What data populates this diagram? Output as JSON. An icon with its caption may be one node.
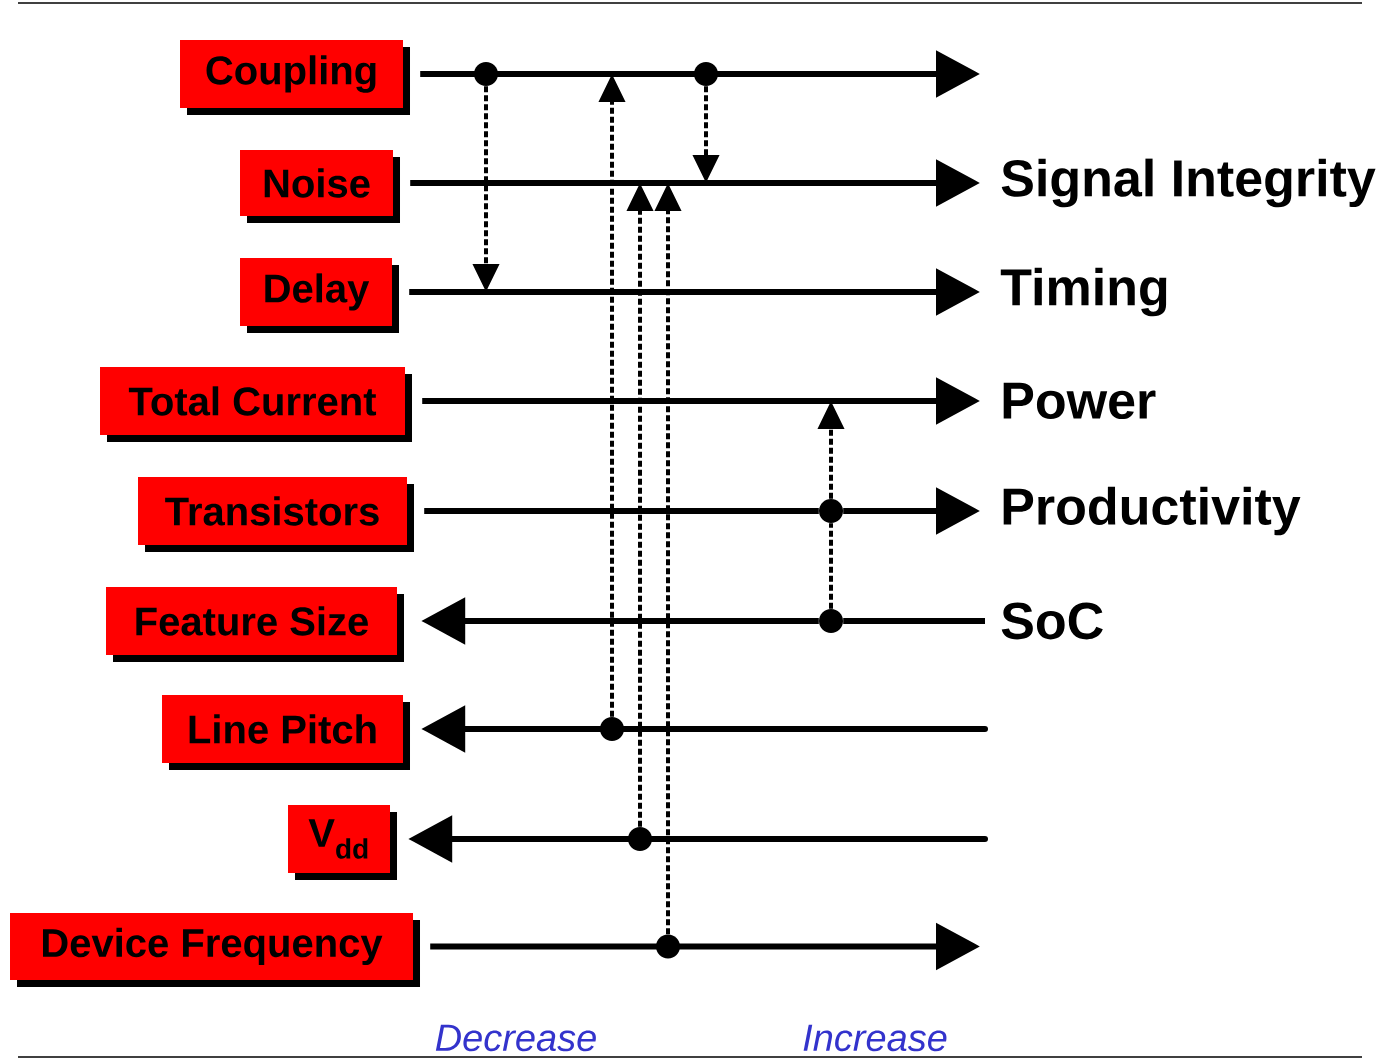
{
  "diagram": {
    "nodes": [
      {
        "text": [
          "Coupling"
        ]
      },
      {
        "text": [
          "Noise"
        ]
      },
      {
        "text": [
          "Delay"
        ]
      },
      {
        "text": [
          "Total Current"
        ]
      },
      {
        "text": [
          "Transistors"
        ]
      },
      {
        "text": [
          "Feature Size"
        ]
      },
      {
        "text": [
          "Line Pitch"
        ]
      },
      {
        "text": [
          "V$_{dd}$"
        ]
      },
      {
        "text": [
          "Device Frequency"
        ]
      },
      {
        "text": [
          "Signal Integrity"
        ]
      },
      {
        "text": [
          "Timing"
        ]
      },
      {
        "text": [
          "Power"
        ]
      },
      {
        "text": [
          "Productivity"
        ]
      },
      {
        "text": [
          "SoC"
        ]
      },
      {
        "text": [],
        "shape": "circle"
      },
      {
        "text": [],
        "shape": "circle"
      },
      {
        "text": [],
        "shape": "circle"
      },
      {
        "text": [],
        "shape": "circle"
      },
      {
        "text": [],
        "shape": "circle"
      },
      {
        "text": [],
        "shape": "circle"
      },
      {
        "text": [],
        "shape": "circle"
      }
    ],
    "edges": [
      {
        "from": 0,
        "to": null,
        "arrow": "to"
      },
      {
        "from": 1,
        "to": 9,
        "arrow": "to"
      },
      {
        "from": 2,
        "to": 10,
        "arrow": "to"
      },
      {
        "from": 3,
        "to": 11,
        "arrow": "to"
      },
      {
        "from": 4,
        "to": 16,
        "arrow": "none"
      },
      {
        "from": 16,
        "to": 12,
        "arrow": "to"
      },
      {
        "from": 13,
        "to": 17,
        "arrow": "none"
      },
      {
        "from": 17,
        "to": 5,
        "arrow": "to"
      },
      {
        "from": null,
        "to": 6,
        "arrow": "to"
      },
      {
        "from": null,
        "to": 7,
        "arrow": "to"
      },
      {
        "from": 8,
        "to": null,
        "arrow": "to"
      },
      {
        "from": 14,
        "to": null,
        "arrow": "to",
        "style": "dashed"
      },
      {
        "from": 15,
        "to": null,
        "arrow": "to",
        "style": "dashed"
      },
      {
        "from": 17,
        "to": 16,
        "arrow": "none",
        "style": "dashed"
      },
      {
        "from": 16,
        "to": null,
        "arrow": "to",
        "style": "dashed"
      },
      {
        "from": 18,
        "to": null,
        "arrow": "to",
        "style": "dashed"
      },
      {
        "from": 19,
        "to": null,
        "arrow": "to",
        "style": "dashed"
      },
      {
        "from": 20,
        "to": null,
        "arrow": "to",
        "style": "dashed"
      }
    ],
    "labels": [
      "Decrease",
      "Increase"
    ]
  }
}
